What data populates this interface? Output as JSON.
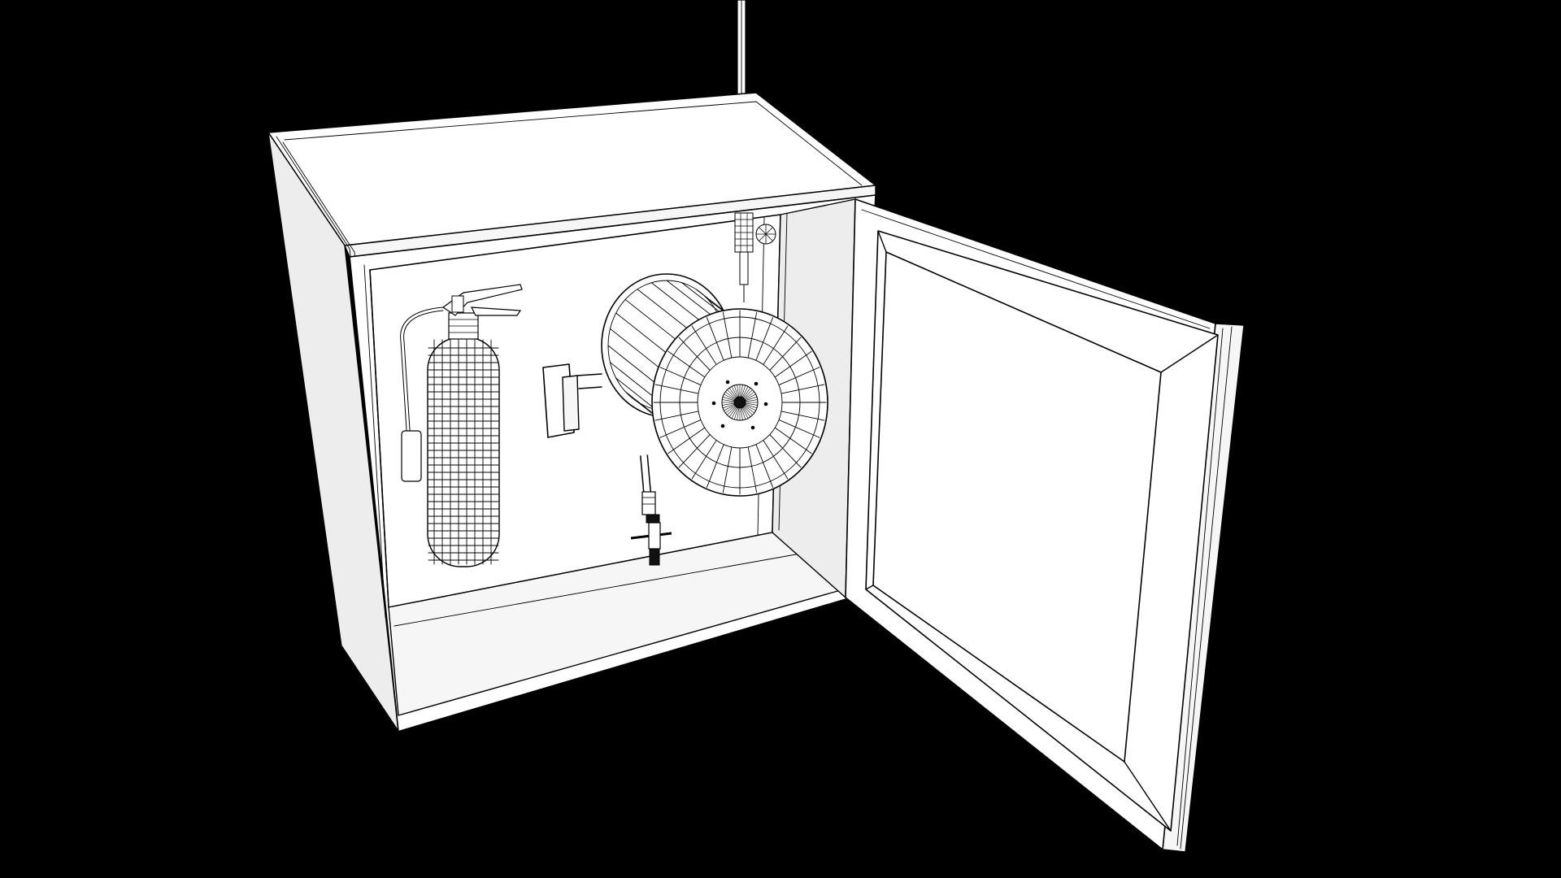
{
  "scene": {
    "background": "#000000",
    "line_color": "#000000",
    "surface_color": "#ffffff",
    "render_style": "wireframe",
    "objects": [
      "cabinet",
      "open-door",
      "fire-extinguisher",
      "hose-reel",
      "supply-pipe"
    ]
  }
}
